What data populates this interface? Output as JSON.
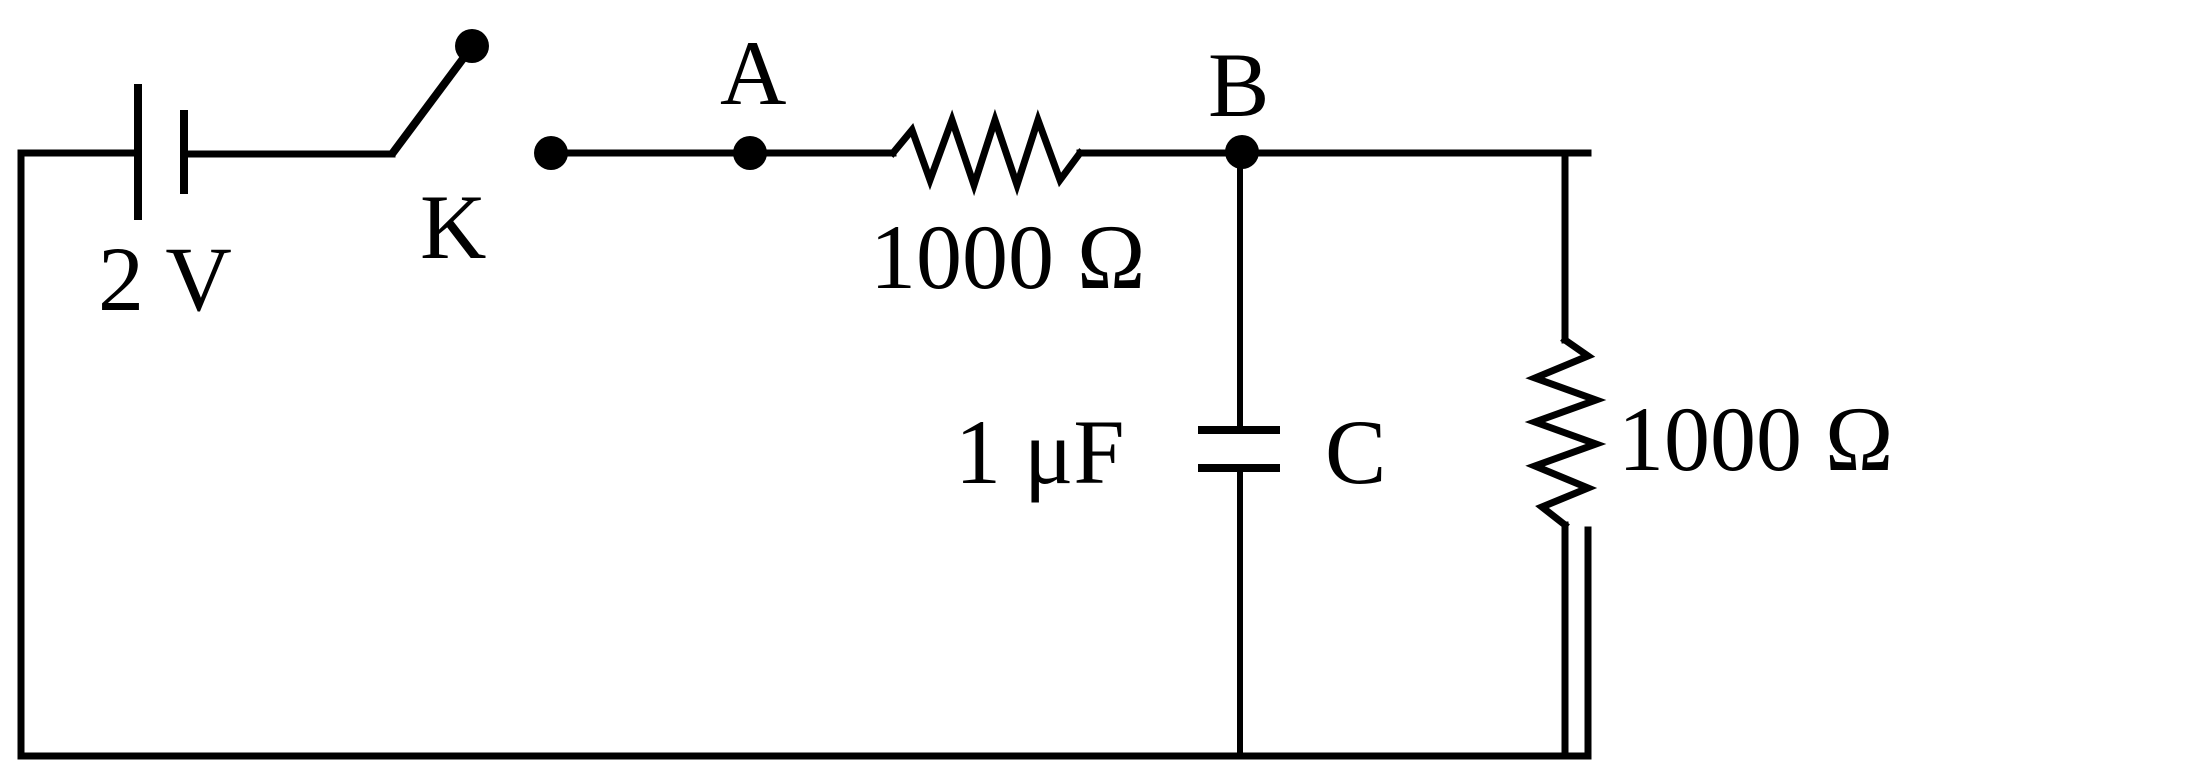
{
  "diagram": {
    "type": "circuit",
    "stroke_color": "#000000",
    "background": "#ffffff",
    "battery": {
      "label": "2 V"
    },
    "switch": {
      "label": "K",
      "state": "open"
    },
    "nodes": {
      "a": "A",
      "b": "B"
    },
    "series_resistor": {
      "label": "1000 Ω"
    },
    "capacitor": {
      "value_label": "1 μF",
      "name_label": "C"
    },
    "shunt_resistor": {
      "label": "1000 Ω"
    }
  }
}
